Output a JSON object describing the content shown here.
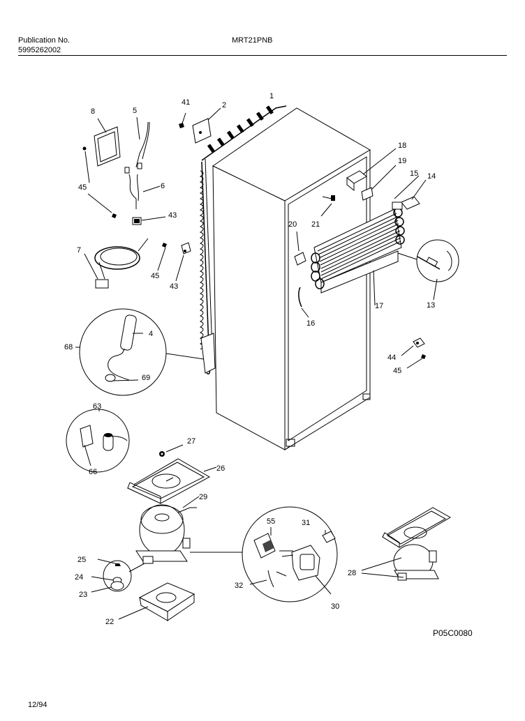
{
  "header": {
    "publication_label": "Publication No.",
    "publication_number": "5995262002",
    "model": "MRT21PNB"
  },
  "figure_code": "P05C0080",
  "footer_date": "12/94",
  "callouts": {
    "c1": "1",
    "c2": "2",
    "c41": "41",
    "c5": "5",
    "c8": "8",
    "c45a": "45",
    "c6": "6",
    "c43a": "43",
    "c7": "7",
    "c45b": "45",
    "c43b": "43",
    "c18": "18",
    "c19": "19",
    "c15": "15",
    "c14": "14",
    "c20": "20",
    "c21": "21",
    "c13": "13",
    "c17": "17",
    "c16": "16",
    "c44": "44",
    "c45c": "45",
    "c68": "68",
    "c4": "4",
    "c69": "69",
    "c63": "63",
    "c66": "66",
    "c27": "27",
    "c26": "26",
    "c29": "29",
    "c55": "55",
    "c31": "31",
    "c25": "25",
    "c24": "24",
    "c23": "23",
    "c32": "32",
    "c30": "30",
    "c28": "28",
    "c22": "22"
  }
}
